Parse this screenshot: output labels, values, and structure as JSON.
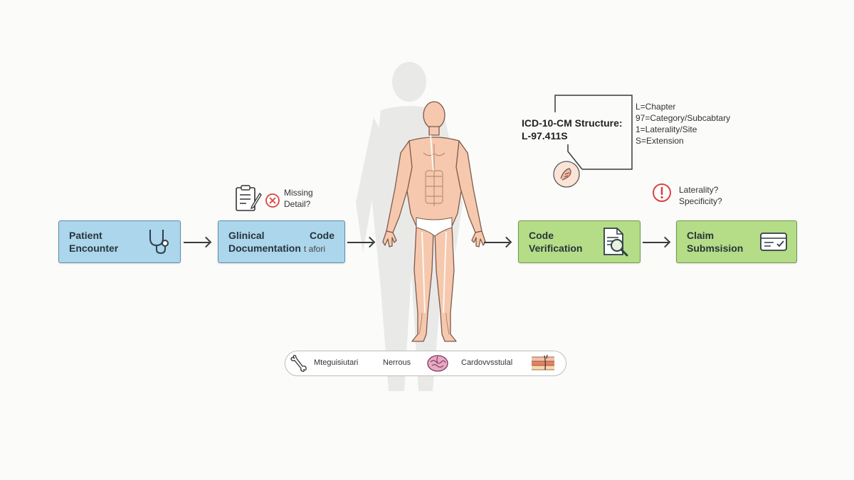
{
  "flow": {
    "patient_encounter": {
      "line1": "Patient",
      "line2": "Encounter"
    },
    "clinical_doc": {
      "line1": "Glinical",
      "line2": "Documentation",
      "code_label": "Code",
      "code_sub": "t  afori"
    },
    "code_verification": {
      "line1": "Code",
      "line2": "Verification"
    },
    "claim_submission": {
      "line1": "Claim",
      "line2": "Submsision"
    }
  },
  "missing_note": {
    "line1": "Missing",
    "line2": "Detail?"
  },
  "laterality_note": {
    "line1": "Laterality?",
    "line2": "Specificity?"
  },
  "icd_structure": {
    "title": "ICD-10-CM Structure:",
    "code": "L-97.411S",
    "legend": [
      "L=Chapter",
      "97=Category/Subcabtary",
      "1=Laterality/Site",
      "S=Extension"
    ]
  },
  "body_systems": {
    "items": [
      "Mteguisiutari",
      "Nerrous",
      "Cardovvsstulal"
    ]
  },
  "colors": {
    "blue_box": "#abd6ec",
    "green_box": "#b5dc86",
    "skin": "#f5c4a8",
    "alert_red": "#d9443f"
  }
}
